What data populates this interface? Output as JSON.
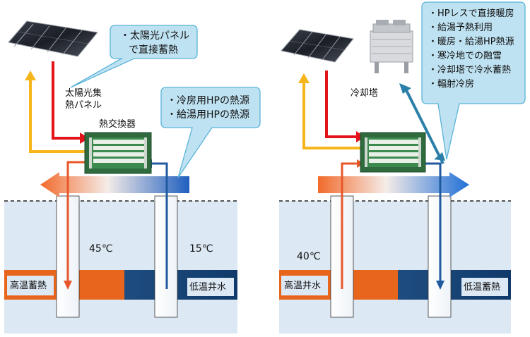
{
  "left": {
    "panel_label": [
      "太陽光集",
      "熱パネル"
    ],
    "exchanger_label": "熱交換器",
    "callout_top": [
      "・太陽光パネル",
      "で直接蓄熱"
    ],
    "callout_mid": [
      "・冷房用HPの熱源",
      "・給湯用HPの熱源"
    ],
    "temp_warm": "45℃",
    "temp_cool": "15℃",
    "high_layer": "高温蓄熱",
    "low_layer": "低温井水"
  },
  "right": {
    "tower_label": "冷却塔",
    "callout": [
      "・HPレスで直接暖房",
      "・給湯予熱利用",
      "・暖房・給湯HP熱源",
      "・寒冷地での融雪",
      "・冷却塔で冷水蓄熱",
      "・輻射冷房"
    ],
    "temp_warm": "40℃",
    "high_layer": "高温井水",
    "low_layer": "低温蓄熱"
  },
  "colors": {
    "warm": "#e8571f",
    "cool": "#2a5fa8",
    "ground": "#dce8f3",
    "callout_fill": "#bfe2f2",
    "callout_stroke": "#5ab4d8",
    "exchanger": "#2f6b3e"
  }
}
